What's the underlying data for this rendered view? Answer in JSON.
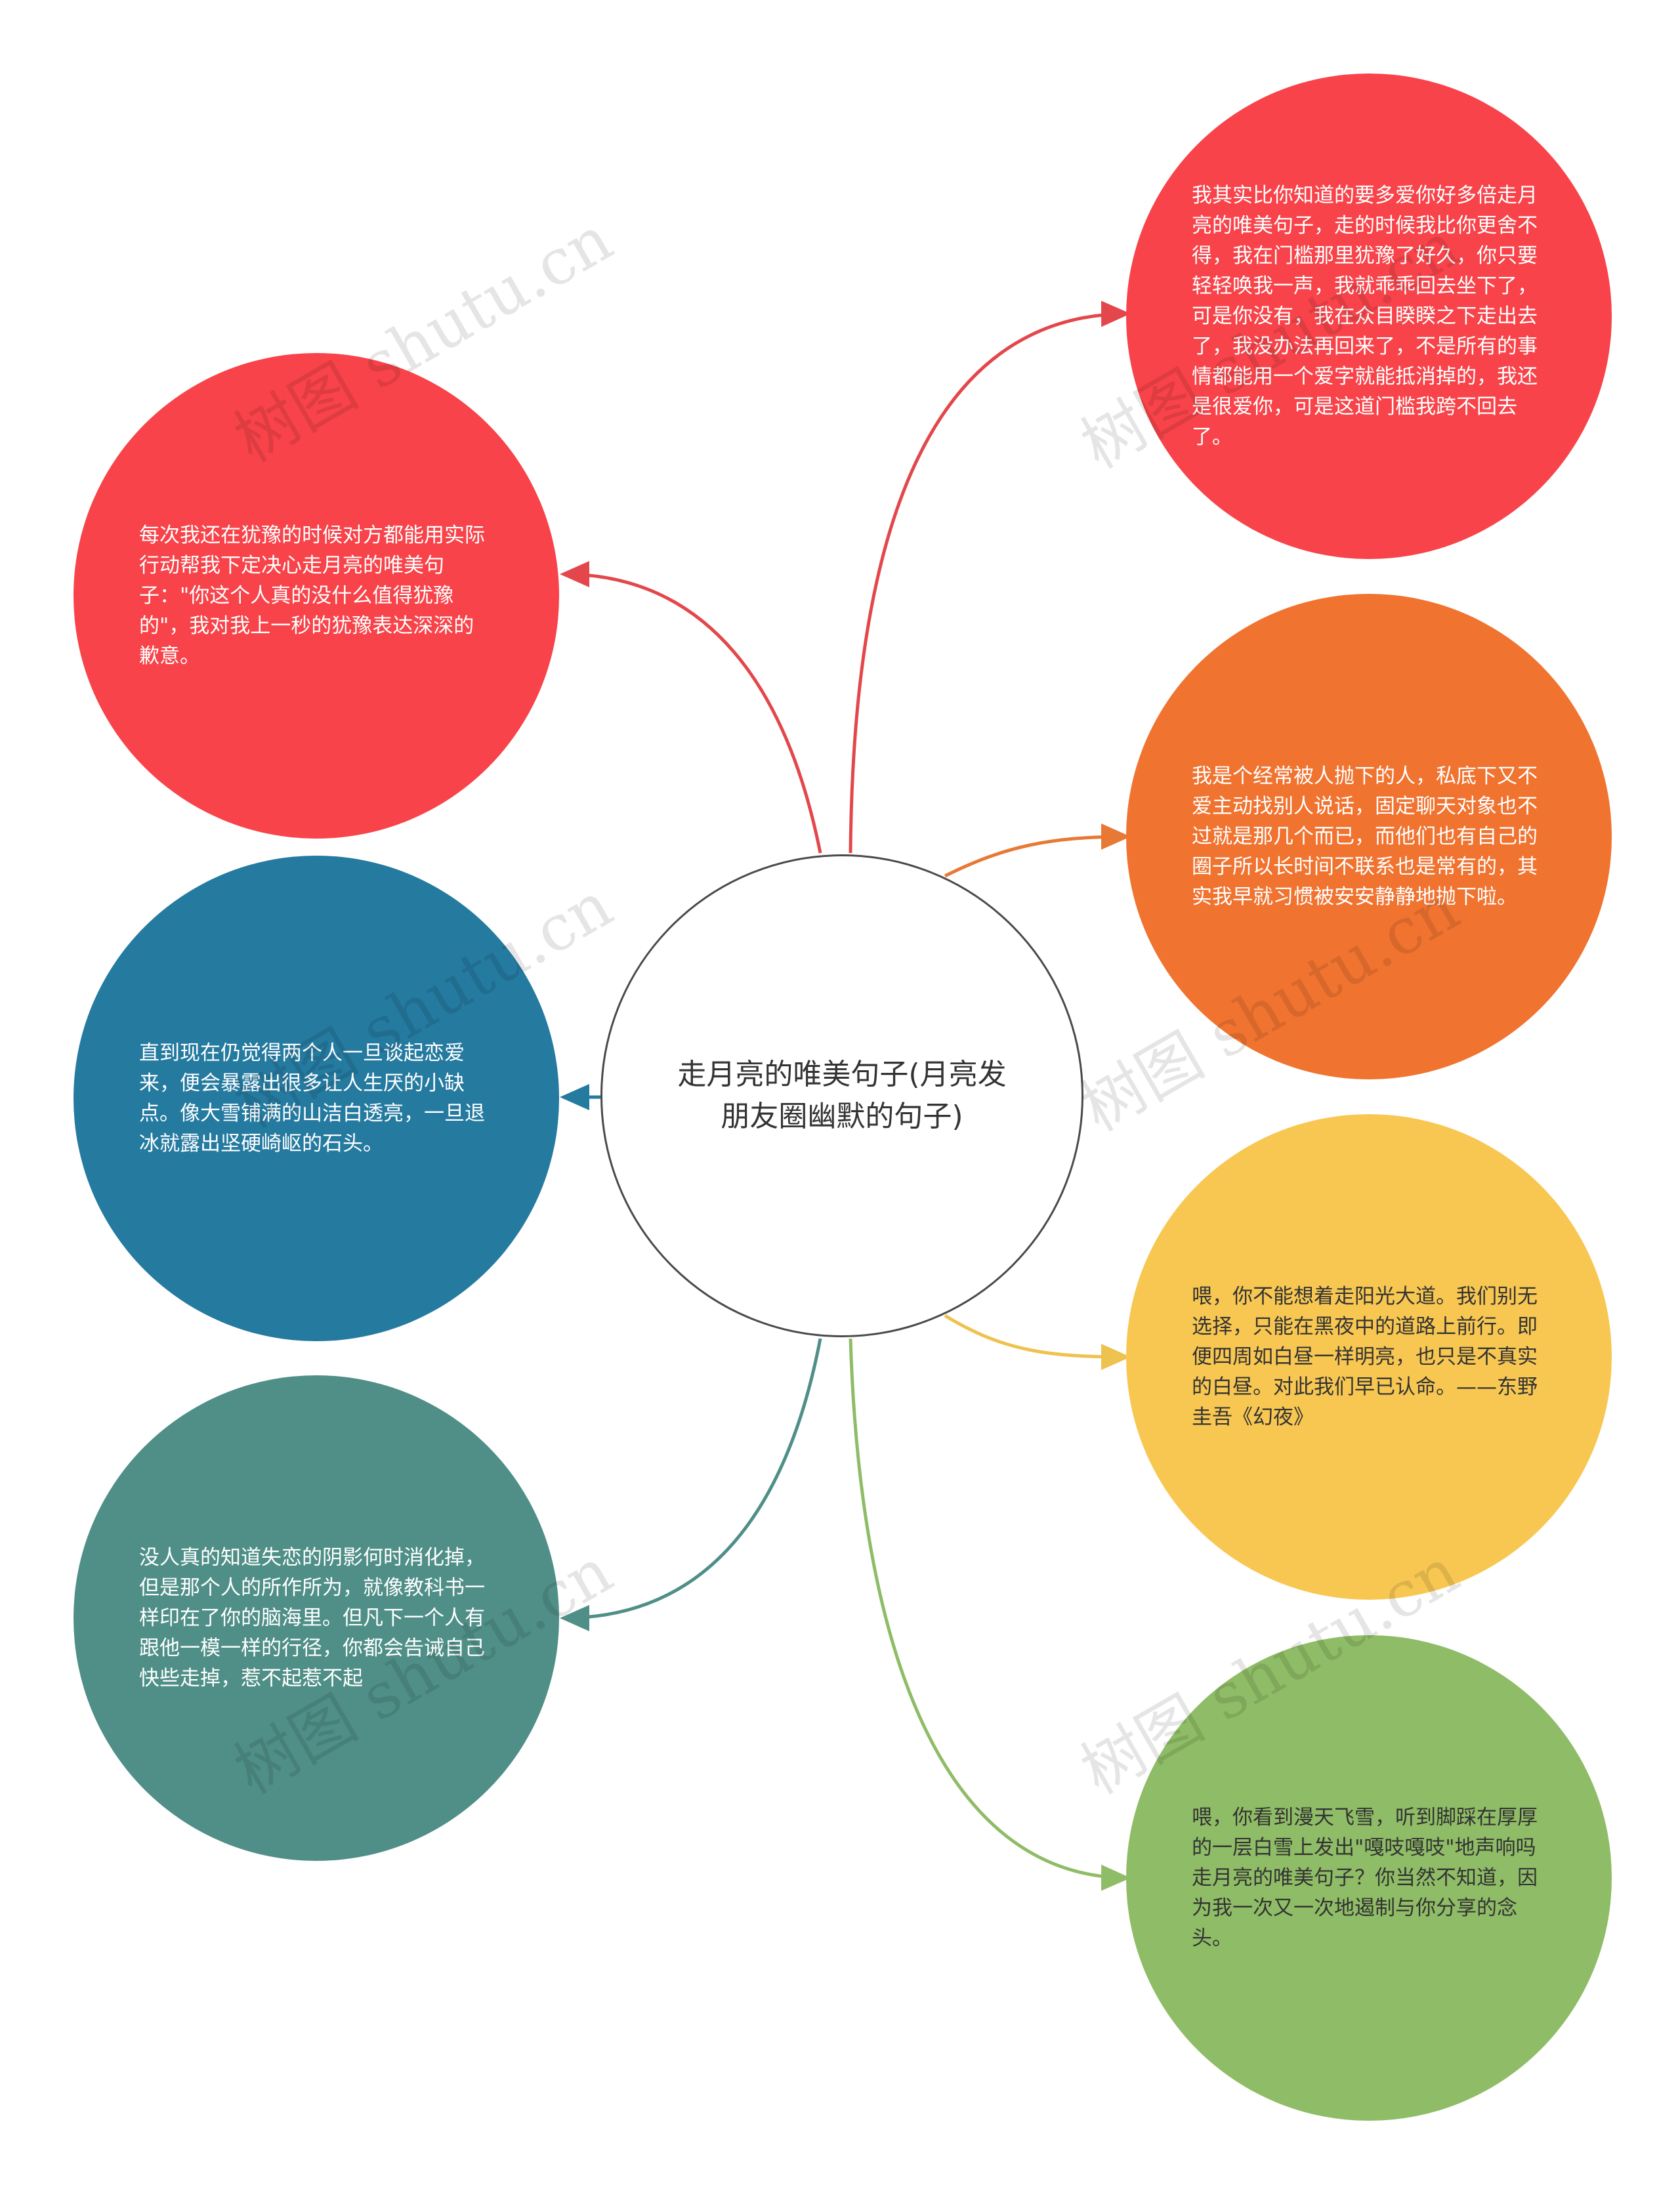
{
  "colors": {
    "red": "#f74349",
    "orange": "#f07330",
    "yellow": "#f7c752",
    "green": "#8fbc66",
    "blue": "#257aa0",
    "teal": "#4f8f87",
    "center_border": "#4a4a4a"
  },
  "center": {
    "title": "走月亮的唯美句子(月亮发朋友圈幽默的句子)"
  },
  "nodes": {
    "r1": {
      "text": "我其实比你知道的要多爱你好多倍走月亮的唯美句子，走的时候我比你更舍不得，我在门槛那里犹豫了好久，你只要轻轻唤我一声，我就乖乖回去坐下了，可是你没有，我在众目睽睽之下走出去了，我没办法再回来了，不是所有的事情都能用一个爱字就能抵消掉的，我还是很爱你，可是这道门槛我跨不回去了。"
    },
    "r2": {
      "text": "我是个经常被人抛下的人，私底下又不爱主动找别人说话，固定聊天对象也不过就是那几个而已，而他们也有自己的圈子所以长时间不联系也是常有的，其实我早就习惯被安安静静地抛下啦。"
    },
    "r3": {
      "text": "喂，你不能想着走阳光大道。我们别无选择，只能在黑夜中的道路上前行。即便四周如白昼一样明亮，也只是不真实的白昼。对此我们早已认命。——东野圭吾《幻夜》"
    },
    "r4": {
      "text": "喂，你看到漫天飞雪，听到脚踩在厚厚的一层白雪上发出\"嘎吱嘎吱\"地声响吗走月亮的唯美句子？你当然不知道，因为我一次又一次地遏制与你分享的念头。"
    },
    "l1": {
      "text": "每次我还在犹豫的时候对方都能用实际行动帮我下定决心走月亮的唯美句子：\"你这个人真的没什么值得犹豫的\"，我对我上一秒的犹豫表达深深的歉意。"
    },
    "l2": {
      "text": "直到现在仍觉得两个人一旦谈起恋爱来，便会暴露出很多让人生厌的小缺点。像大雪铺满的山洁白透亮，一旦退冰就露出坚硬崎岖的石头。"
    },
    "l3": {
      "text": "没人真的知道失恋的阴影何时消化掉，但是那个人的所作所为，就像教科书一样印在了你的脑海里。但凡下一个人有跟他一模一样的行径，你都会告诫自己快些走掉，惹不起惹不起"
    }
  },
  "watermark": {
    "text": "树图 shutu.cn"
  }
}
